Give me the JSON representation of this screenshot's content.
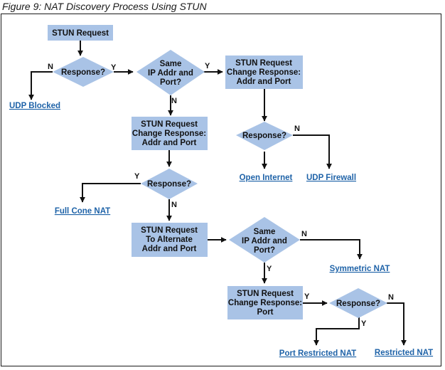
{
  "caption": "Figure 9: NAT Discovery Process Using STUN",
  "nodes": {
    "stun_request": [
      "STUN Request"
    ],
    "response_1": [
      "Response?"
    ],
    "same_ip_1": [
      "Same",
      "IP Addr and",
      "Port?"
    ],
    "change_addr_port_top": [
      "STUN Request",
      "Change Response:",
      "Addr and Port"
    ],
    "response_2": [
      "Response?"
    ],
    "change_addr_port_mid": [
      "STUN Request",
      "Change Response:",
      "Addr and Port"
    ],
    "response_3": [
      "Response?"
    ],
    "alternate": [
      "STUN Request",
      "To Alternate",
      "Addr and Port"
    ],
    "same_ip_2": [
      "Same",
      "IP Addr and",
      "Port?"
    ],
    "change_port": [
      "STUN Request",
      "Change Response:",
      "Port"
    ],
    "response_4": [
      "Response?"
    ]
  },
  "results": {
    "udp_blocked": "UDP Blocked",
    "open_internet": "Open Internet",
    "udp_firewall": "UDP Firewall",
    "full_cone_nat": "Full Cone NAT",
    "symmetric_nat": "Symmetric NAT",
    "port_restricted_nat": "Port Restricted NAT",
    "restricted_nat": "Restricted NAT"
  },
  "labels": {
    "yes": "Y",
    "no": "N"
  }
}
